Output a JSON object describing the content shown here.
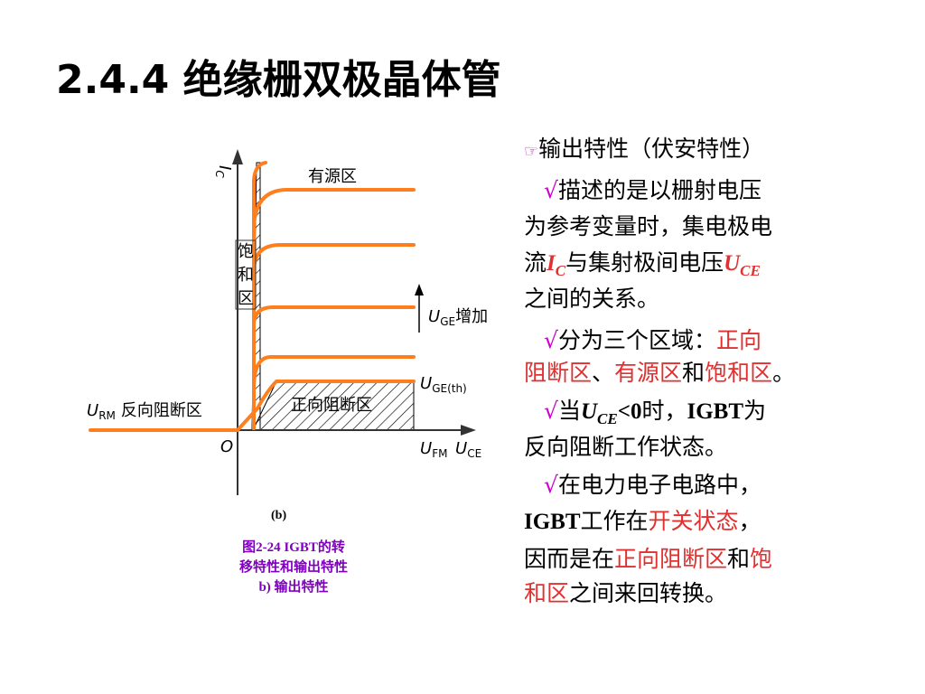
{
  "slide": {
    "title": "2.4.4 绝缘栅双极晶体管"
  },
  "figure": {
    "label_ic_main": "I",
    "label_ic_sub": "C",
    "label_active_region": "有源区",
    "label_saturation": [
      "饱",
      "和",
      "区"
    ],
    "label_uge_main": "U",
    "label_uge_sub": "GE",
    "label_uge_increase": "增加",
    "label_ugeth_main": "U",
    "label_ugeth_sub": "GE(th)",
    "label_forward_blocking": "正向阻断区",
    "label_urm_main": "U",
    "label_urm_sub": "RM",
    "label_reverse_blocking": "反向阻断区",
    "label_origin": "O",
    "label_ufm_main": "U",
    "label_ufm_sub": "FM",
    "label_uce_main": "U",
    "label_uce_sub": "CE",
    "sublabel": "(b)",
    "caption_line1": "图2-24  IGBT的转",
    "caption_line2": "移特性和输出特性",
    "caption_line3": "b) 输出特性",
    "curve_color": "#ff7f1e"
  },
  "text": {
    "bullet_icon": "☞",
    "heading": "输出特性（伏安特性）",
    "check": "√",
    "p1_a": "描述的是以栅射电压",
    "p1_b": "为参考变量时，集电极电",
    "p1_c_pre": "流",
    "p1_c_ic": "I",
    "p1_c_ic_sub": "C",
    "p1_c_mid": "与集射极间电压",
    "p1_c_uce": "U",
    "p1_c_uce_sub": "CE",
    "p1_d": "之间的关系。",
    "p2_a_pre": "分为三个区域：",
    "p2_a_red": "正向",
    "p2_b_r1": "阻断区",
    "p2_b_sep": "、",
    "p2_b_r2": "有源区",
    "p2_b_and": "和",
    "p2_b_r3": "饱和区",
    "p2_b_end": "。",
    "p3_a_pre": "当",
    "p3_a_u": "U",
    "p3_a_sub": "CE",
    "p3_a_cond": "<0",
    "p3_a_post": "时，",
    "p3_a_igbt": "IGBT",
    "p3_a_end": "为",
    "p3_b": "反向阻断工作状态。",
    "p4_a": "在电力电子电路中，",
    "p4_b_igbt": "IGBT",
    "p4_b_mid": "工作在",
    "p4_b_red": "开关状态",
    "p4_b_end": "，",
    "p4_c_pre": "因而是在",
    "p4_c_red1": "正向阻断区",
    "p4_c_and": "和",
    "p4_c_red2": "饱",
    "p4_d_red": "和区",
    "p4_d_post": "之间来回转换。"
  }
}
